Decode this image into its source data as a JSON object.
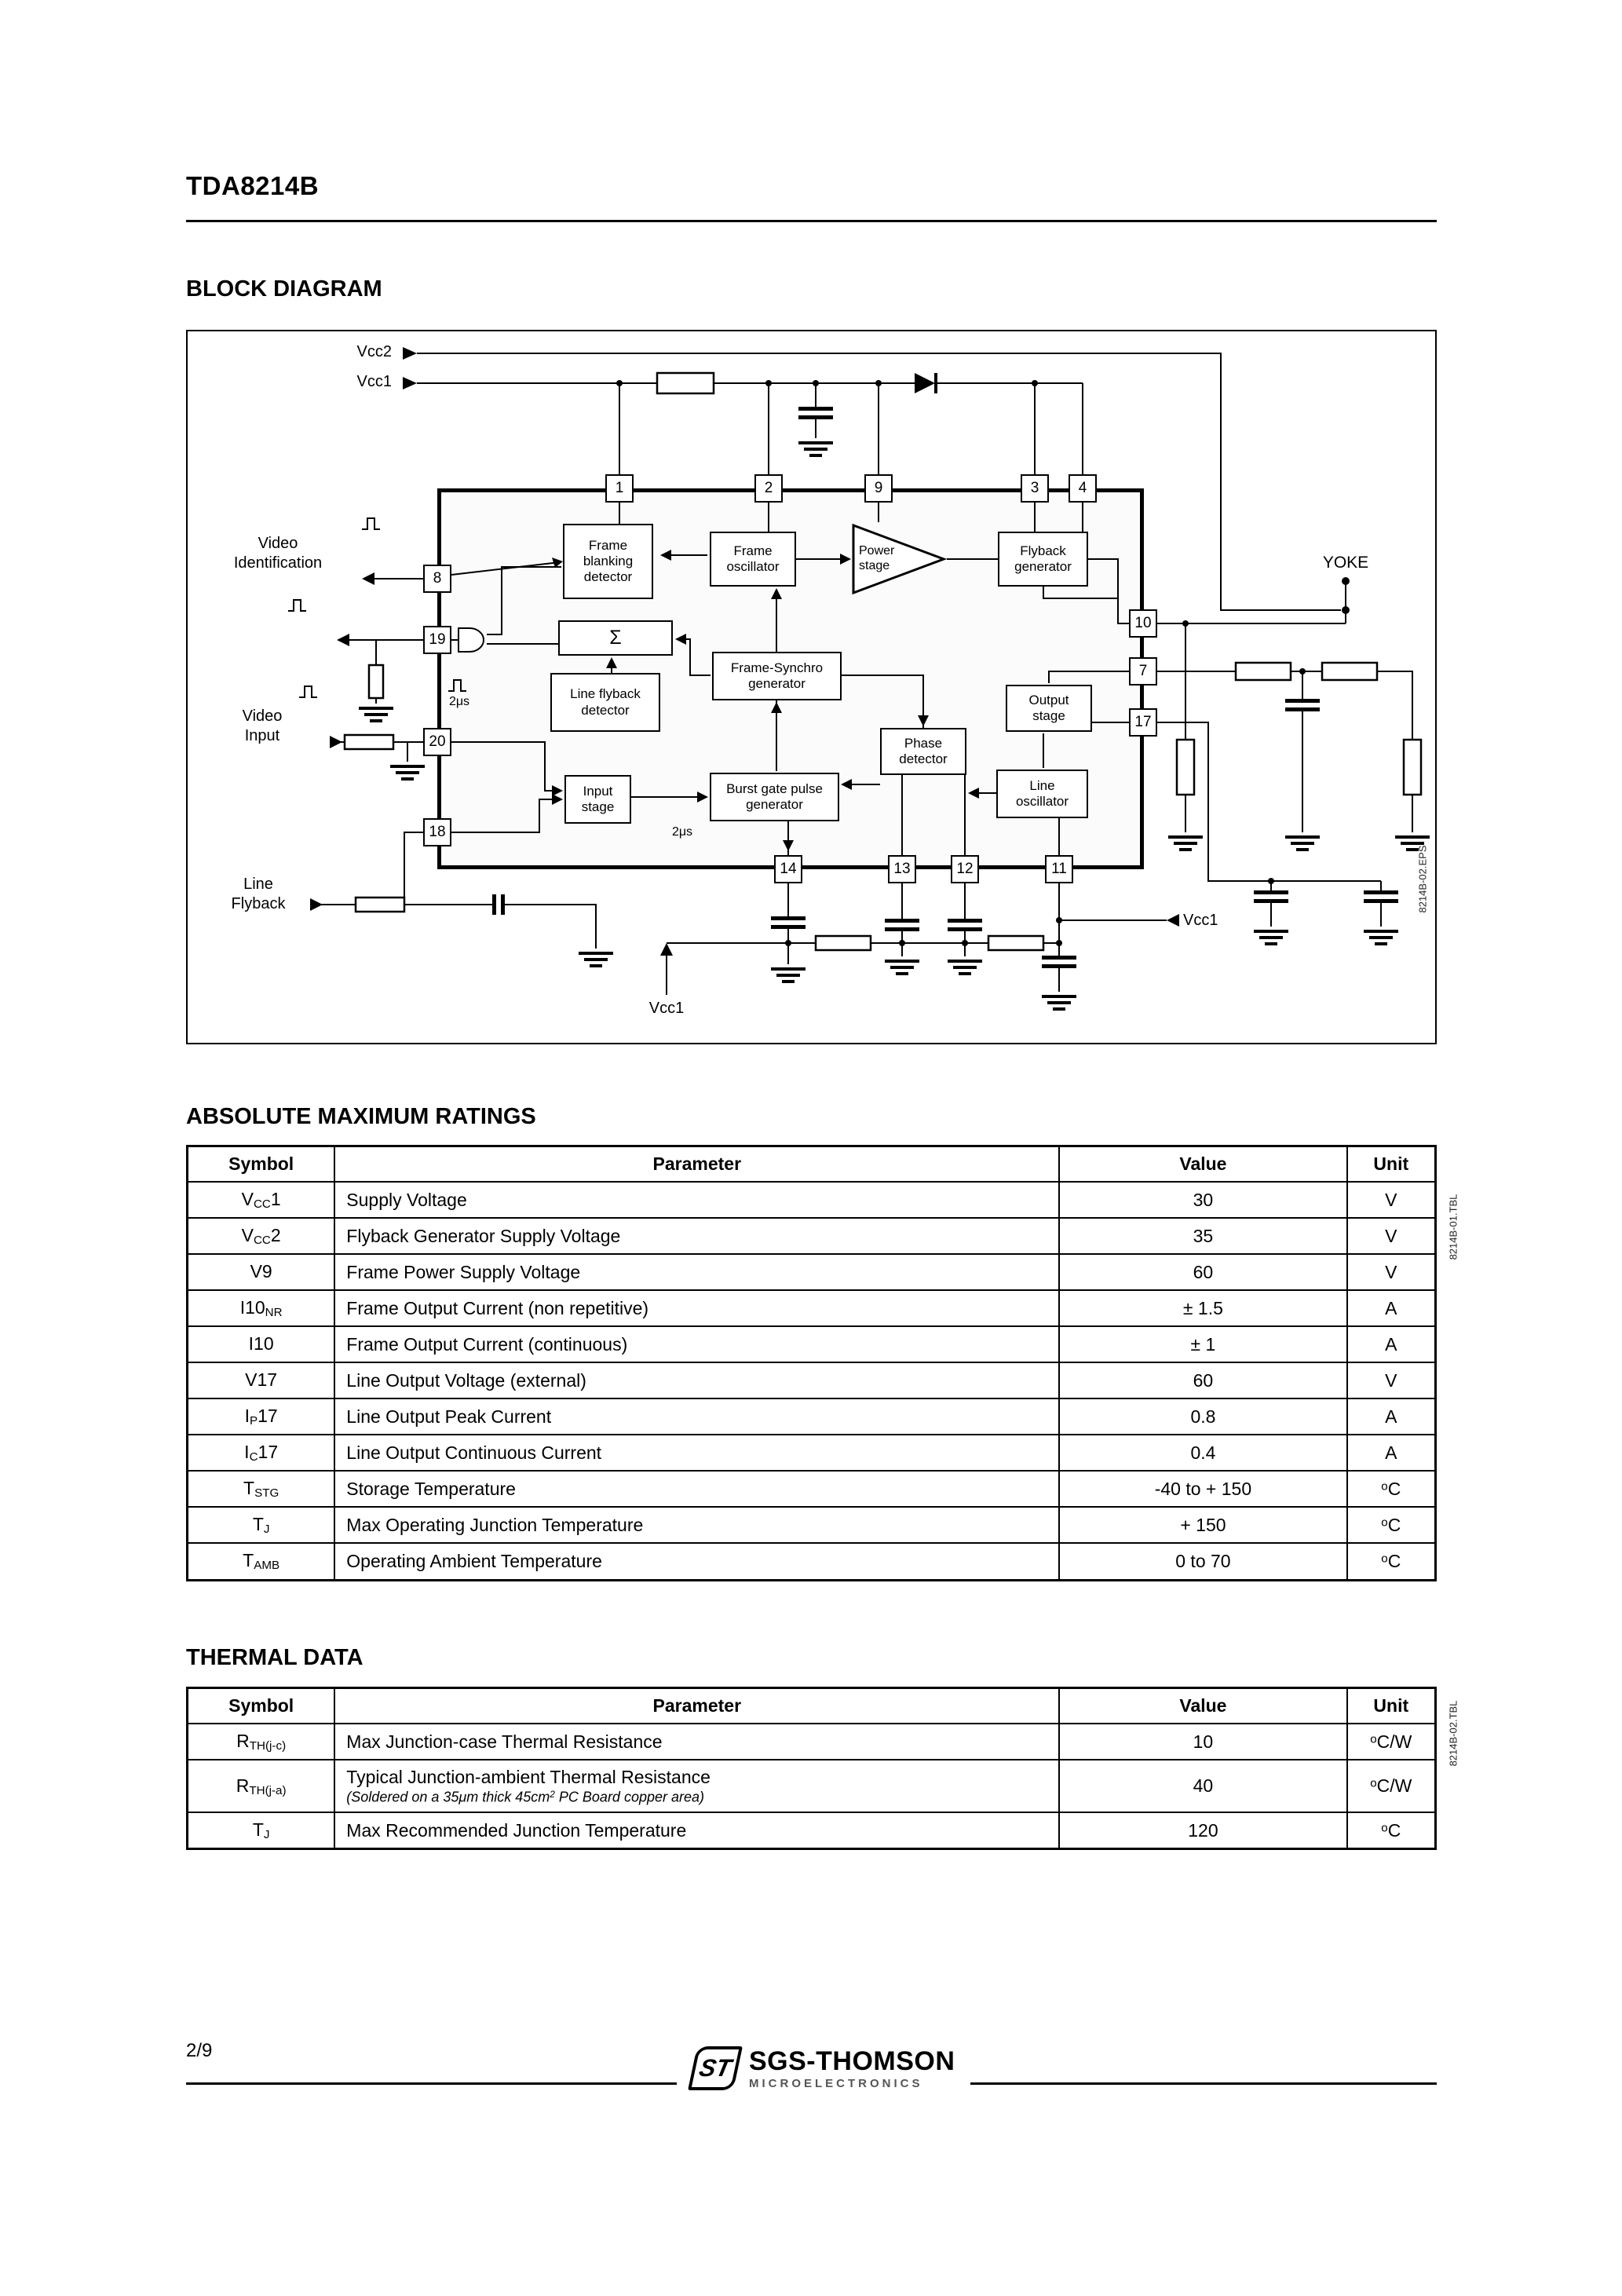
{
  "header": {
    "title": "TDA8214B"
  },
  "sections": {
    "block_diagram": {
      "heading": "BLOCK DIAGRAM",
      "side_note": "8214B-02.EPS"
    },
    "abs_max": {
      "heading": "ABSOLUTE MAXIMUM RATINGS",
      "side_note": "8214B-01.TBL"
    },
    "thermal": {
      "heading": "THERMAL DATA",
      "side_note": "8214B-02.TBL"
    }
  },
  "diagram": {
    "labels": {
      "vcc2": "Vcc2",
      "vcc1_top": "Vcc1",
      "video_id": "Video\nIdentification",
      "video_input": "Video\nInput",
      "line_flyback": "Line\nFlyback",
      "yoke": "YOKE",
      "vcc1_bottom": "Vcc1",
      "vcc1_right": "Vcc1",
      "us_a": "2μs",
      "us_b": "2μs"
    },
    "blocks": {
      "frame_blanking": "Frame\nblanking\ndetector",
      "frame_osc": "Frame\noscillator",
      "power_stage": "Power\nstage",
      "flyback_gen": "Flyback\ngenerator",
      "sigma": "Σ",
      "line_flyback_det": "Line flyback\ndetector",
      "frame_synchro": "Frame-Synchro\ngenerator",
      "phase_det": "Phase\ndetector",
      "output_stage": "Output\nstage",
      "line_osc": "Line\noscillator",
      "input_stage": "Input\nstage",
      "burst_gate": "Burst gate pulse\ngenerator"
    },
    "pins": {
      "p1": "1",
      "p2": "2",
      "p9": "9",
      "p3": "3",
      "p4": "4",
      "p8": "8",
      "p19": "19",
      "p20": "20",
      "p18": "18",
      "p10": "10",
      "p7": "7",
      "p17": "17",
      "p14": "14",
      "p13": "13",
      "p12": "12",
      "p11": "11"
    }
  },
  "tables": {
    "abs_max": {
      "headers": {
        "symbol": "Symbol",
        "parameter": "Parameter",
        "value": "Value",
        "unit": "Unit"
      },
      "rows": [
        {
          "sym": {
            "b": "V",
            "sub": "CC",
            "post": "1"
          },
          "param": "Supply Voltage",
          "value": "30",
          "unit": {
            "base": "V"
          }
        },
        {
          "sym": {
            "b": "V",
            "sub": "CC",
            "post": "2"
          },
          "param": "Flyback Generator Supply Voltage",
          "value": "35",
          "unit": {
            "base": "V"
          }
        },
        {
          "sym": {
            "b": "V9"
          },
          "param": "Frame Power Supply Voltage",
          "value": "60",
          "unit": {
            "base": "V"
          }
        },
        {
          "sym": {
            "b": "I10",
            "sub": "NR"
          },
          "param": "Frame Output Current (non repetitive)",
          "value": "± 1.5",
          "unit": {
            "base": "A"
          }
        },
        {
          "sym": {
            "b": "I10"
          },
          "param": "Frame Output Current (continuous)",
          "value": "± 1",
          "unit": {
            "base": "A"
          }
        },
        {
          "sym": {
            "b": "V17"
          },
          "param": "Line Output Voltage (external)",
          "value": "60",
          "unit": {
            "base": "V"
          }
        },
        {
          "sym": {
            "b": "I",
            "sub": "P",
            "post": "17"
          },
          "param": "Line Output Peak Current",
          "value": "0.8",
          "unit": {
            "base": "A"
          }
        },
        {
          "sym": {
            "b": "I",
            "sub": "C",
            "post": "17"
          },
          "param": "Line Output Continuous Current",
          "value": "0.4",
          "unit": {
            "base": "A"
          }
        },
        {
          "sym": {
            "b": "T",
            "sub": "STG"
          },
          "param": "Storage Temperature",
          "value": "-40  to + 150",
          "unit": {
            "sup": "o",
            "base": "C"
          }
        },
        {
          "sym": {
            "b": "T",
            "sub": "J"
          },
          "param": "Max Operating Junction Temperature",
          "value": "+ 150",
          "unit": {
            "sup": "o",
            "base": "C"
          }
        },
        {
          "sym": {
            "b": "T",
            "sub": "AMB"
          },
          "param": "Operating Ambient Temperature",
          "value": "0 to 70",
          "unit": {
            "sup": "o",
            "base": "C"
          }
        }
      ]
    },
    "thermal": {
      "headers": {
        "symbol": "Symbol",
        "parameter": "Parameter",
        "value": "Value",
        "unit": "Unit"
      },
      "rows": [
        {
          "sym": {
            "b": "R",
            "sub": "TH(j-c)"
          },
          "param": "Max Junction-case Thermal Resistance",
          "value": "10",
          "unit": {
            "sup": "o",
            "base": "C/W"
          }
        },
        {
          "sym": {
            "b": "R",
            "sub": "TH(j-a)"
          },
          "param": "Typical Junction-ambient Thermal Resistance",
          "note_pre": "(Soldered on a 35μm thick 45cm",
          "note_sup": "2",
          "note_post": " PC Board copper area)",
          "value": "40",
          "unit": {
            "sup": "o",
            "base": "C/W"
          }
        },
        {
          "sym": {
            "b": "T",
            "sub": "J"
          },
          "param": "Max Recommended Junction Temperature",
          "value": "120",
          "unit": {
            "sup": "o",
            "base": "C"
          }
        }
      ]
    }
  },
  "footer": {
    "page": "2/9",
    "logo_st": "ST",
    "brand": "SGS-THOMSON",
    "brand_sub": "MICROELECTRONICS"
  }
}
